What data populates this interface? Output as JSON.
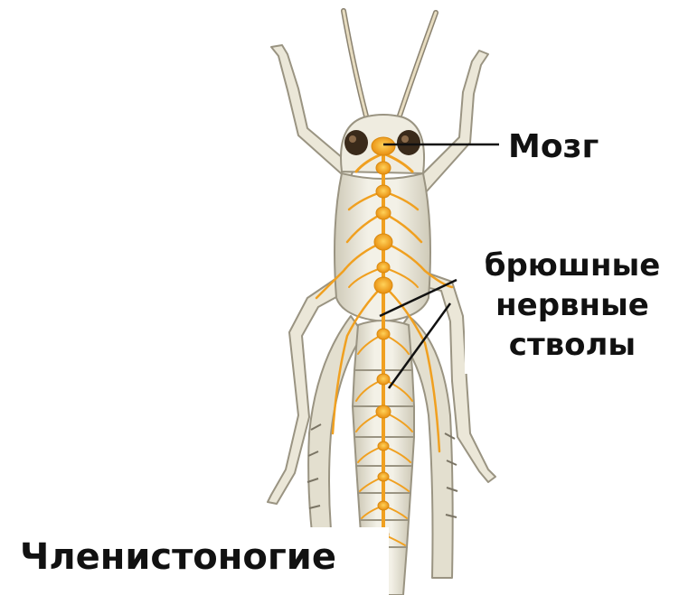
{
  "labels": {
    "brain": "Мозг",
    "cords": [
      "брюшные",
      "нервные",
      "стволы"
    ],
    "title": "Членистоногие"
  },
  "colors": {
    "body": "#ece9dc",
    "body_outline": "#9a9482",
    "body_shadow": "#d6d2c2",
    "nerve": "#f0a020",
    "ganglion": "#f7b52e",
    "eye": "#3a2a1a",
    "pointer_line": "#111111"
  }
}
